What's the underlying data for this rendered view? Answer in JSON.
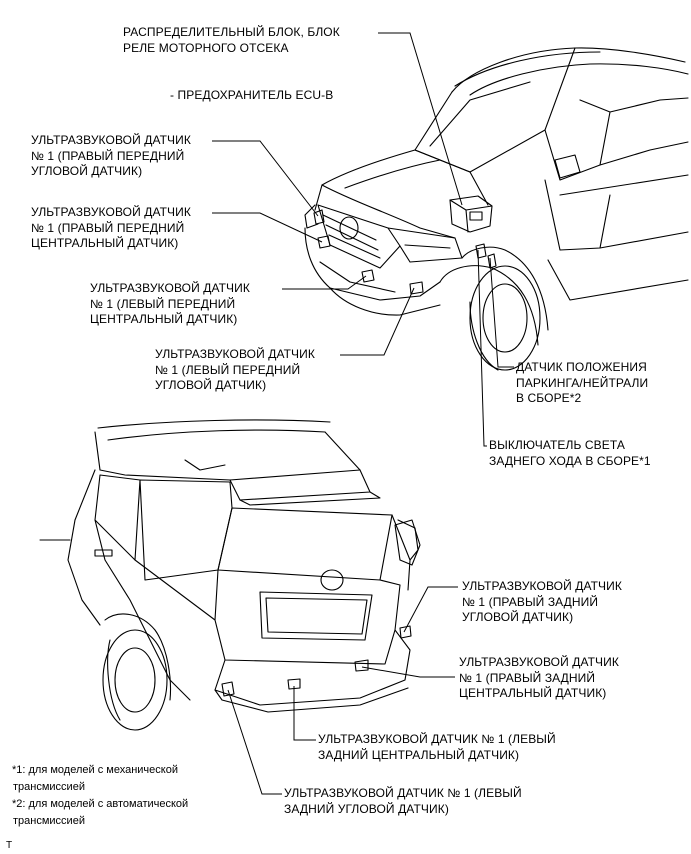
{
  "labels": {
    "junction_block": [
      "РАСПРЕДЕЛИТЕЛЬНЫЙ БЛОК, БЛОК",
      "РЕЛЕ МОТОРНОГО ОТСЕКА"
    ],
    "fuse": "- ПРЕДОХРАНИТЕЛЬ ECU-B",
    "front_right_corner": [
      "УЛЬТРАЗВУКОВОЙ ДАТЧИК",
      "№ 1 (ПРАВЫЙ ПЕРЕДНИЙ",
      "УГЛОВОЙ ДАТЧИК)"
    ],
    "front_right_center": [
      "УЛЬТРАЗВУКОВОЙ ДАТЧИК",
      "№ 1 (ПРАВЫЙ ПЕРЕДНИЙ",
      "ЦЕНТРАЛЬНЫЙ ДАТЧИК)"
    ],
    "front_left_center": [
      "УЛЬТРАЗВУКОВОЙ ДАТЧИК",
      "№ 1 (ЛЕВЫЙ ПЕРЕДНИЙ",
      "ЦЕНТРАЛЬНЫЙ ДАТЧИК)"
    ],
    "front_left_corner": [
      "УЛЬТРАЗВУКОВОЙ ДАТЧИК",
      "№ 1 (ЛЕВЫЙ ПЕРЕДНИЙ",
      "УГЛОВОЙ ДАТЧИК)"
    ],
    "park_neutral_switch": [
      "ДАТЧИК ПОЛОЖЕНИЯ",
      "ПАРКИНГА/НЕЙТРАЛИ",
      "В СБОРЕ*2"
    ],
    "backup_light_switch": [
      "ВЫКЛЮЧАТЕЛЬ СВЕТА",
      "ЗАДНЕГО ХОДА В СБОРЕ*1"
    ],
    "rear_right_corner": [
      "УЛЬТРАЗВУКОВОЙ ДАТЧИК",
      "№ 1 (ПРАВЫЙ ЗАДНИЙ",
      "УГЛОВОЙ ДАТЧИК)"
    ],
    "rear_right_center": [
      "УЛЬТРАЗВУКОВОЙ ДАТЧИК",
      "№ 1 (ПРАВЫЙ ЗАДНИЙ",
      "ЦЕНТРАЛЬНЫЙ ДАТЧИК)"
    ],
    "rear_left_center": [
      "УЛЬТРАЗВУКОВОЙ ДАТЧИК № 1 (ЛЕВЫЙ",
      "ЗАДНИЙ ЦЕНТРАЛЬНЫЙ ДАТЧИК)"
    ],
    "rear_left_corner": [
      "УЛЬТРАЗВУКОВОЙ ДАТЧИК № 1 (ЛЕВЫЙ",
      "ЗАДНИЙ УГЛОВОЙ ДАТЧИК)"
    ]
  },
  "footnotes": {
    "note1": "*1: для моделей с механической",
    "note1_cont": "трансмиссией",
    "note2": "*2: для моделей с автоматической",
    "note2_cont": "трансмиссией"
  },
  "corner_mark": "T"
}
